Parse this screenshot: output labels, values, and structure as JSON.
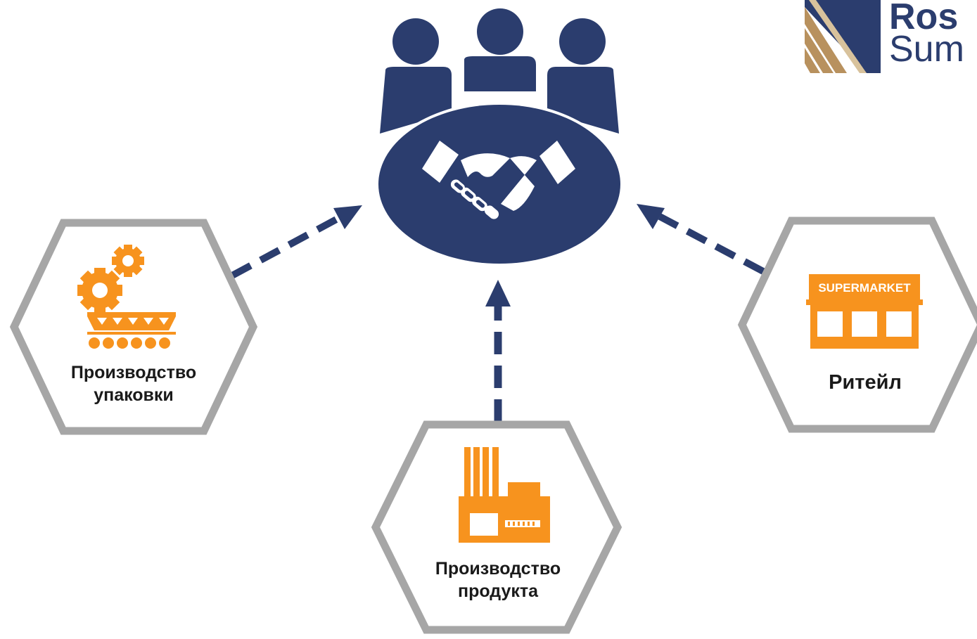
{
  "logo": {
    "line1": "Ros",
    "line2": "Sum"
  },
  "nodes": {
    "packaging": {
      "line1": "Производство",
      "line2": "упаковки",
      "icon": "factory-gears-conveyor-icon"
    },
    "product": {
      "line1": "Производство",
      "line2": "продукта",
      "icon": "factory-icon"
    },
    "retail": {
      "label": "Ритейл",
      "icon": "supermarket-icon",
      "sign": "SUPERMARKET"
    }
  },
  "center": {
    "icon": "team-handshake-icon"
  },
  "colors": {
    "navy": "#2b3d6e",
    "orange": "#f7931e",
    "hex_border": "#a6a6a6",
    "logo_gold": "#b8915e"
  }
}
